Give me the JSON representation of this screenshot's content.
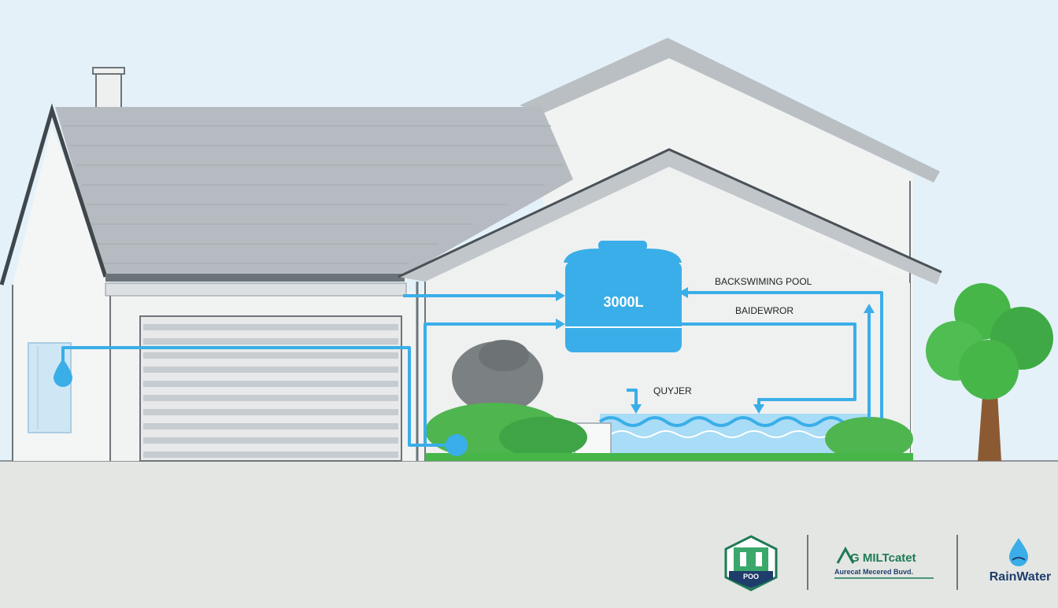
{
  "diagram": {
    "tank_label": "3000L",
    "pipe_labels": {
      "top": "BACKSWIMING POOL",
      "middle": "BAIDEWROR",
      "pool": "QUYJER"
    }
  },
  "logos": [
    {
      "name": "pool-shield-logo",
      "text": "POO"
    },
    {
      "name": "gmiltcatet-logo",
      "text": "G MILTcatet",
      "subtext": "Aurecat Mecered Buvd."
    },
    {
      "name": "rainwater-logo",
      "text": "RainWater"
    }
  ],
  "colors": {
    "sky": "#e4f1f8",
    "ground": "#e3e6e3",
    "roof": "#b7bdc2",
    "wall": "#f0f1f1",
    "pipe": "#3aaee8",
    "tank": "#3aaee8",
    "grass": "#46b649",
    "logo_green": "#1d7a54",
    "logo_navy": "#1f3d6b"
  }
}
